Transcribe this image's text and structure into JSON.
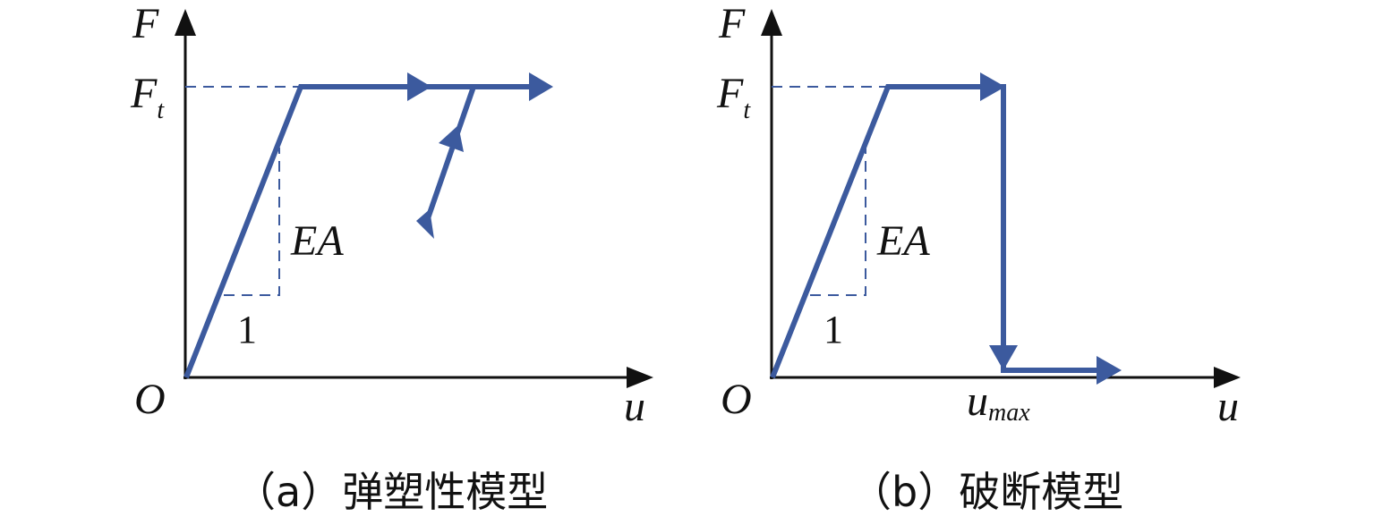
{
  "panels": [
    {
      "y_label": "F",
      "ft_label": "F",
      "ft_sub": "t",
      "origin": "O",
      "x_label": "u",
      "slope_label": "EA",
      "run_label": "1",
      "caption": "（a）弹塑性模型"
    },
    {
      "y_label": "F",
      "ft_label": "F",
      "ft_sub": "t",
      "origin": "O",
      "x_label": "u",
      "slope_label": "EA",
      "run_label": "1",
      "umax_label": "u",
      "umax_sub": "max",
      "caption": "（b）破断模型"
    }
  ],
  "colors": {
    "curve": "#3c5a9e",
    "axis": "#111111"
  }
}
